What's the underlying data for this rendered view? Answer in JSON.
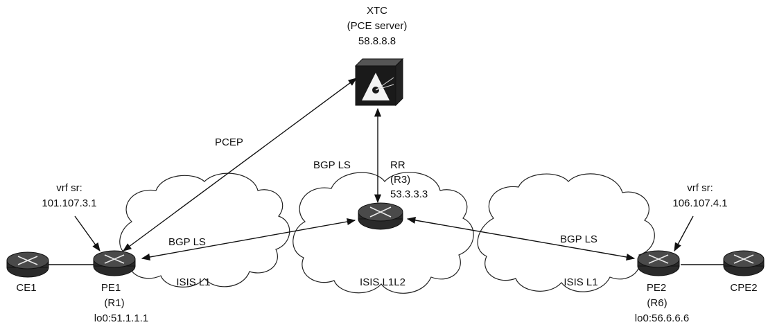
{
  "pce": {
    "name": "XTC",
    "role": "(PCE server)",
    "ip": "58.8.8.8"
  },
  "rr": {
    "role": "RR",
    "id": "(R3)",
    "ip": "53.3.3.3"
  },
  "pe1": {
    "name": "PE1",
    "id": "(R1)",
    "loopback": "lo0:51.1.1.1",
    "vrf_label": "vrf sr:",
    "vrf_ip": "101.107.3.1"
  },
  "pe2": {
    "name": "PE2",
    "id": "(R6)",
    "loopback": "lo0:56.6.6.6",
    "vrf_label": "vrf sr:",
    "vrf_ip": "106.107.4.1"
  },
  "ce1": {
    "name": "CE1"
  },
  "cpe2": {
    "name": "CPE2"
  },
  "links": {
    "pcep": "PCEP",
    "bgp_ls_rr_pce": "BGP LS",
    "bgp_ls_pe1": "BGP LS",
    "bgp_ls_pe2": "BGP LS"
  },
  "clouds": {
    "left": "ISIS L1",
    "middle": "ISIS L1L2",
    "right": "ISIS L1"
  }
}
